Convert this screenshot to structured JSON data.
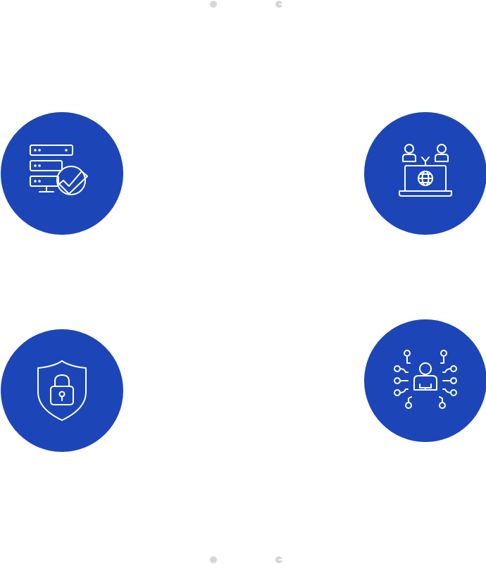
{
  "theme": {
    "circle_color": "#1c46b8",
    "icon_stroke": "#ffffff",
    "background": "#ffffff",
    "indicator_color": "#d6d6d6"
  },
  "icons": [
    {
      "id": "server-check",
      "icon": "server-check-icon"
    },
    {
      "id": "remote-team",
      "icon": "remote-team-globe-icon"
    },
    {
      "id": "shield-lock",
      "icon": "shield-lock-icon"
    },
    {
      "id": "user-network",
      "icon": "user-network-icon"
    }
  ]
}
